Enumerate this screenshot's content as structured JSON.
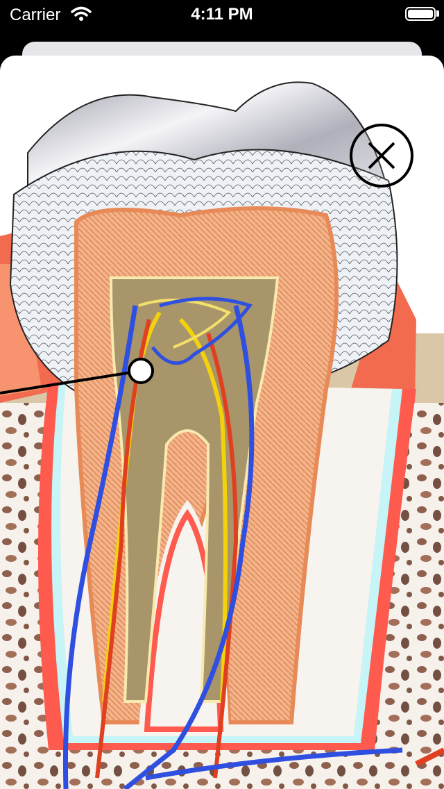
{
  "status_bar": {
    "carrier": "Carrier",
    "time": "4:11 PM",
    "wifi_icon": "wifi-icon",
    "battery_icon": "battery-icon"
  },
  "modal": {
    "content_icon": "tooth-cross-section-illustration",
    "close_icon": "close-icon",
    "marker_icon": "pointer-marker-icon"
  },
  "colors": {
    "enamel_top": "#c8c8d0",
    "gum": "#f26b4f",
    "dentin": "#f3a77b",
    "pulp": "#a8956a",
    "bone": "#d9c7a7",
    "nerve": "#f3d20c",
    "vein": "#2f4fe0",
    "artery": "#e04020"
  }
}
